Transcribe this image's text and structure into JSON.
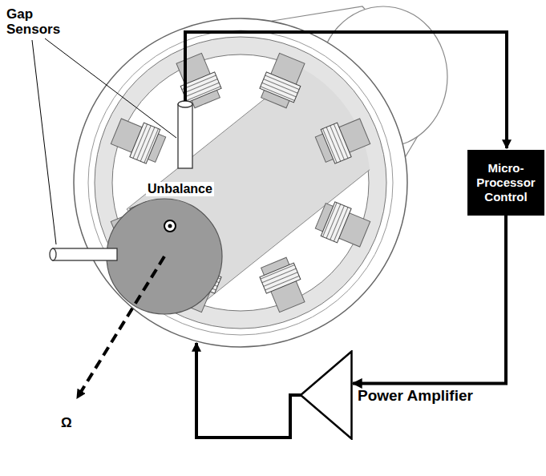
{
  "diagram": {
    "nodes": [
      {
        "text": [
          "Micro-Processor Control"
        ]
      },
      {
        "text": [
          "Power Amplifier"
        ]
      }
    ],
    "edges": [
      {
        "from": 0,
        "to": 1,
        "arrow": "to"
      }
    ],
    "labels": [
      "Gap Sensors",
      "Unbalance",
      "Ω"
    ]
  }
}
